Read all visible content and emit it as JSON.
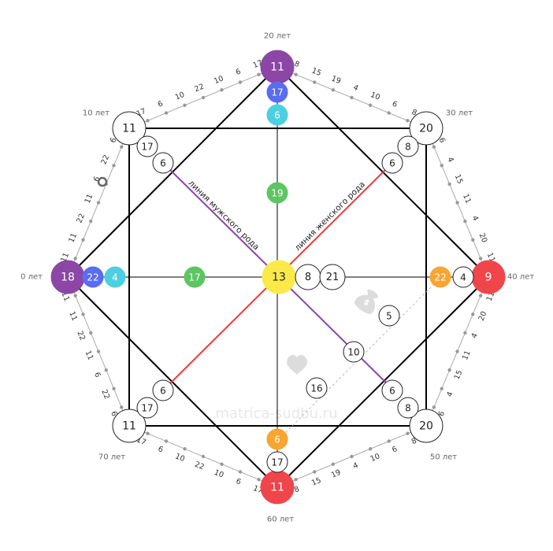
{
  "watermark": "matrica-sudbu.ru",
  "colors": {
    "purple": "#8b46a6",
    "red": "#f0454b",
    "blue": "#5a6cf0",
    "cyan": "#4cd0e1",
    "green": "#5dc561",
    "yellow": "#fbe94a",
    "orange": "#f7a632",
    "white": "#ffffff",
    "ancestor_male_line": "#8b46a6",
    "ancestor_female_line": "#ee3a3a"
  },
  "line_labels": {
    "male": "линия мужского рода",
    "female": "линия женского рода"
  },
  "ages": {
    "age_0": "0 лет",
    "age_10": "10 лет",
    "age_20": "20 лет",
    "age_30": "30 лет",
    "age_40": "40 лет",
    "age_50": "50 лет",
    "age_60": "60 лет",
    "age_70": "70 лет"
  },
  "nodes": {
    "center": "13",
    "center_pair_1": "8",
    "center_pair_2": "21",
    "left_outer": "18",
    "left_2": "22",
    "left_3": "4",
    "left_inner": "17",
    "top_outer": "11",
    "top_2": "17",
    "top_3": "6",
    "top_inner": "19",
    "right_outer": "9",
    "right_2": "4",
    "right_3": "22",
    "bottom_outer": "11",
    "bottom_2": "17",
    "bottom_3": "6",
    "tl_outer": "11",
    "tl_2": "17",
    "tl_3": "6",
    "tr_outer": "20",
    "tr_2": "8",
    "tr_3": "6",
    "br_outer": "20",
    "br_2": "8",
    "br_3": "6",
    "bl_outer": "11",
    "bl_2": "17",
    "bl_3": "6",
    "money_1": "5",
    "money_2": "10",
    "love": "16"
  },
  "arc_numbers": {
    "a0_10": [
      "11",
      "11",
      "22",
      "11",
      "6",
      "22",
      "6"
    ],
    "a10_20": [
      "17",
      "6",
      "10",
      "22",
      "10",
      "6",
      "17"
    ],
    "a20_30": [
      "8",
      "15",
      "19",
      "4",
      "10",
      "6",
      "8"
    ],
    "a30_40": [
      "6",
      "4",
      "15",
      "11",
      "4",
      "20",
      "11"
    ],
    "a40_50": [
      "11",
      "20",
      "4",
      "11",
      "15",
      "4",
      "6"
    ],
    "a50_60": [
      "8",
      "6",
      "10",
      "4",
      "19",
      "15",
      "8"
    ],
    "a60_70": [
      "17",
      "6",
      "10",
      "22",
      "10",
      "6",
      "17"
    ],
    "a70_80": [
      "6",
      "22",
      "6",
      "11",
      "22",
      "11",
      "11"
    ]
  }
}
